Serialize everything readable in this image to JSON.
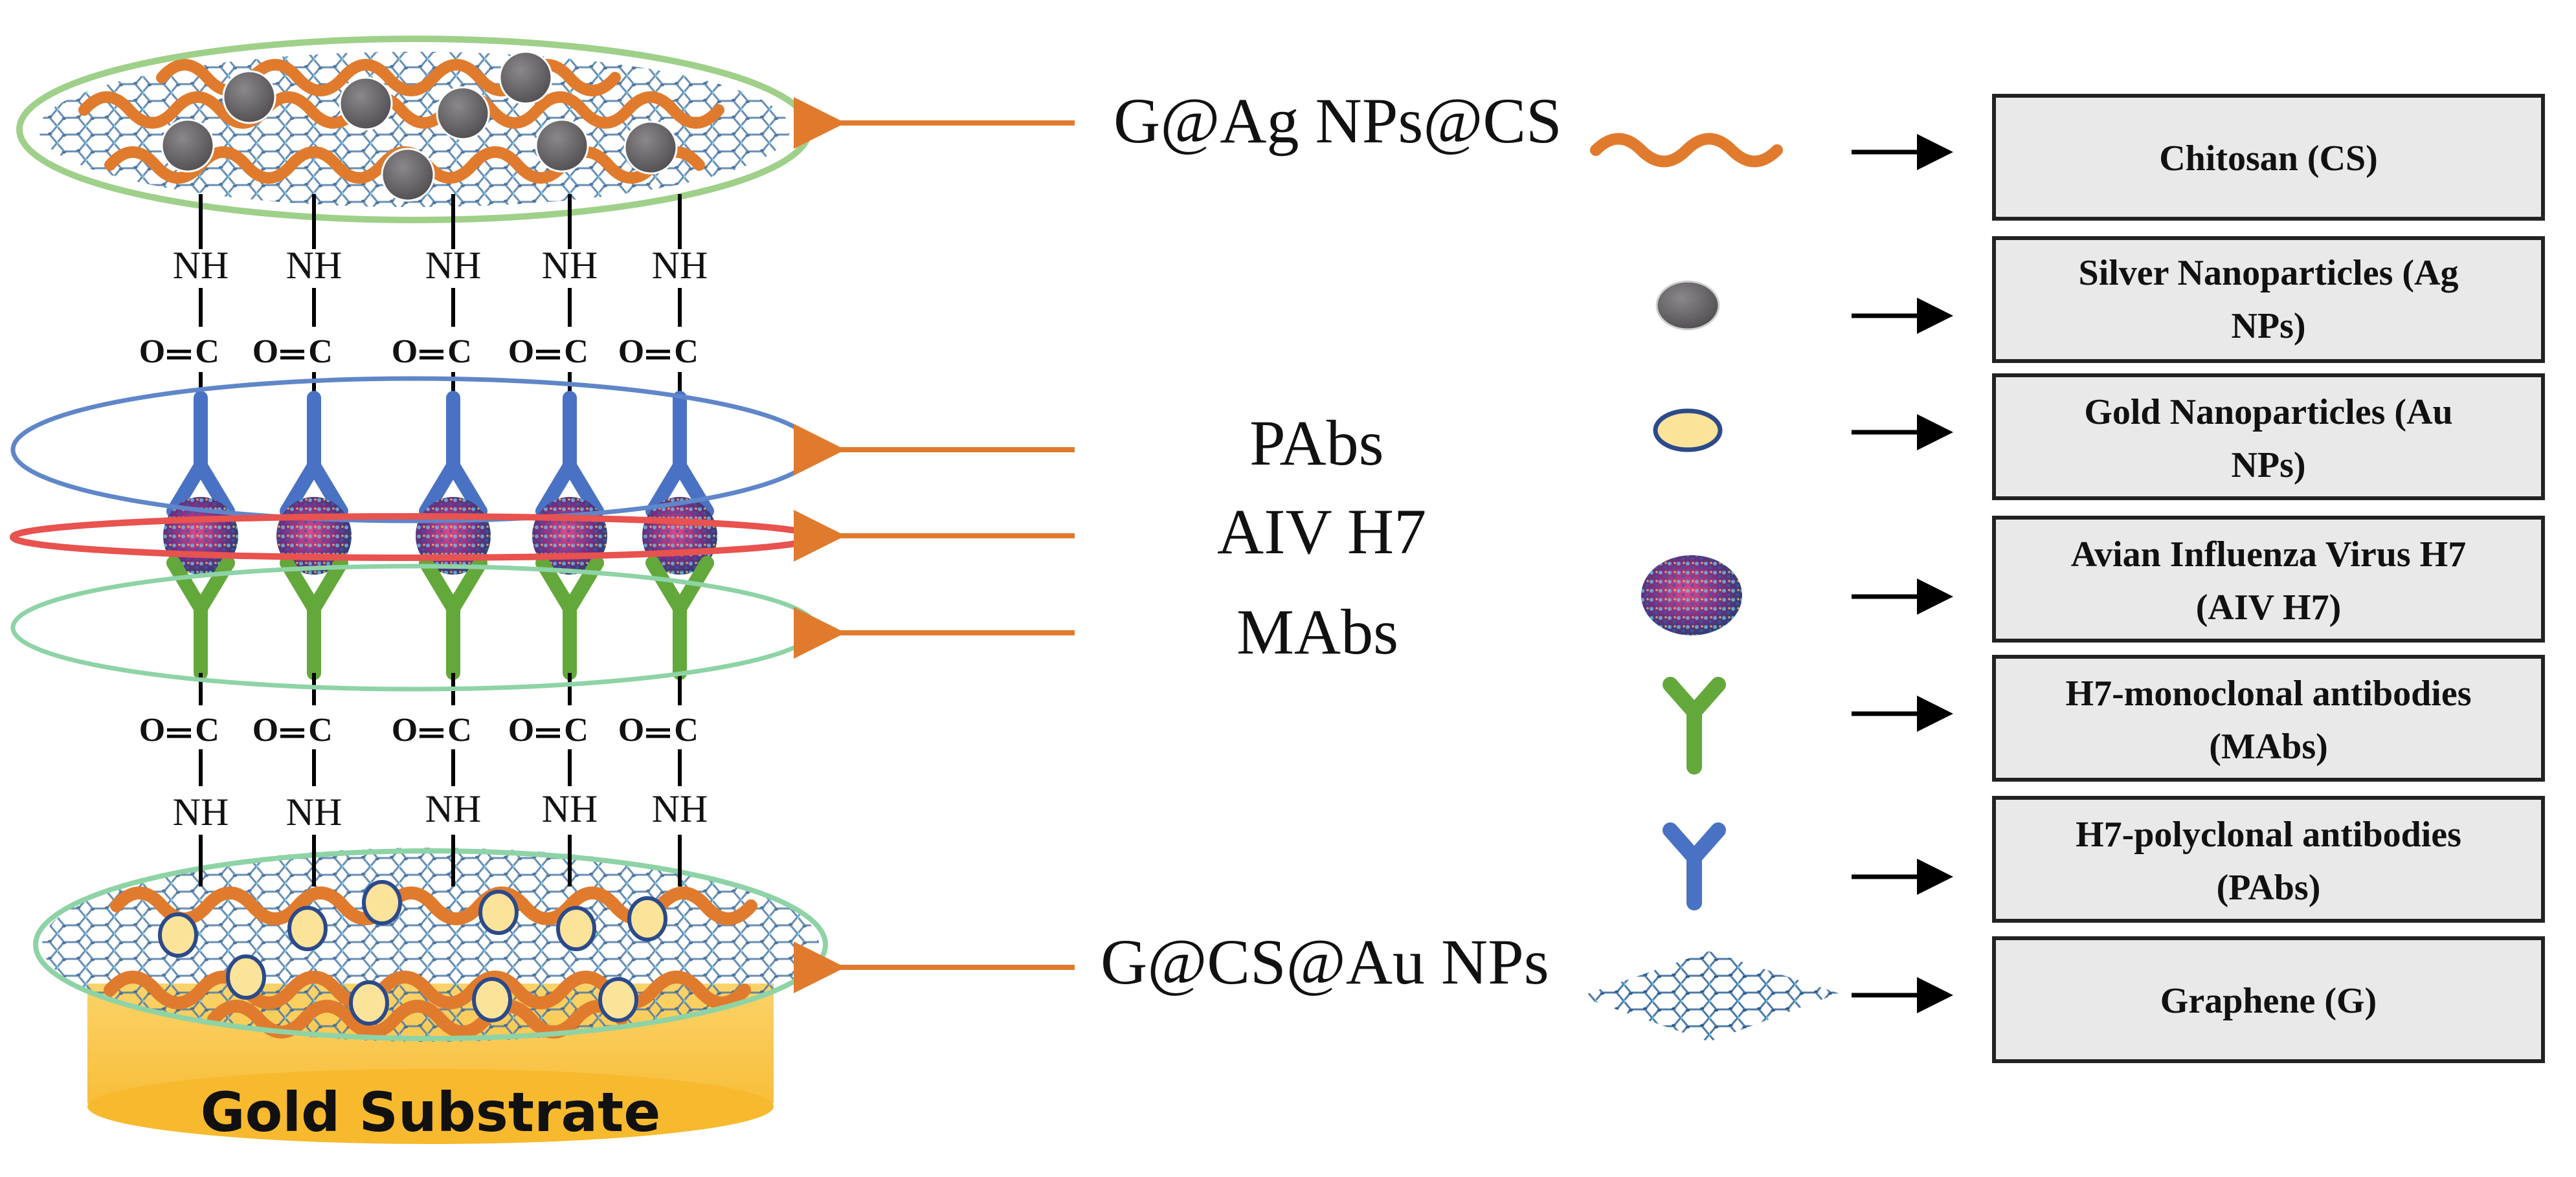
{
  "layers": {
    "top": "G@Ag NPs@CS",
    "pabs": "PAbs",
    "aiv": "AIV H7",
    "mabs": "MAbs",
    "bottom": "G@CS@Au NPs"
  },
  "chemistry": {
    "nh": "NH",
    "o": "O",
    "c": "C"
  },
  "substrate_label": "Gold Substrate",
  "legend": [
    {
      "icon": "chitosan-wave-icon",
      "line1": "Chitosan (CS)",
      "line2": ""
    },
    {
      "icon": "silver-nanoparticle-icon",
      "line1": "Silver Nanoparticles (Ag",
      "line2": "NPs)"
    },
    {
      "icon": "gold-nanoparticle-icon",
      "line1": "Gold Nanoparticles (Au",
      "line2": "NPs)"
    },
    {
      "icon": "virus-icon",
      "line1": "Avian Influenza Virus H7",
      "line2": "(AIV H7)"
    },
    {
      "icon": "green-antibody-icon",
      "line1": "H7-monoclonal antibodies",
      "line2": "(MAbs)"
    },
    {
      "icon": "blue-antibody-icon",
      "line1": "H7-polyclonal antibodies",
      "line2": "(PAbs)"
    },
    {
      "icon": "graphene-icon",
      "line1": "Graphene (G)",
      "line2": ""
    }
  ],
  "colors": {
    "chitosan": "#e07b2e",
    "silver": "#5f5d5f",
    "gold_np": "#fbe39a",
    "gold_substrate": "#f9c443",
    "mabs": "#63a83a",
    "pabs": "#4a72c4",
    "virus": "#c83a6a",
    "top_ellipse": "#9fd08a",
    "pabs_ellipse": "#5f86c9",
    "aiv_ellipse": "#e8524f",
    "mabs_ellipse": "#8ed3a6",
    "bottom_ellipse": "#8ed3a6",
    "arrow_orange": "#e07b2e",
    "legend_box_fill": "#e9e9e9"
  }
}
